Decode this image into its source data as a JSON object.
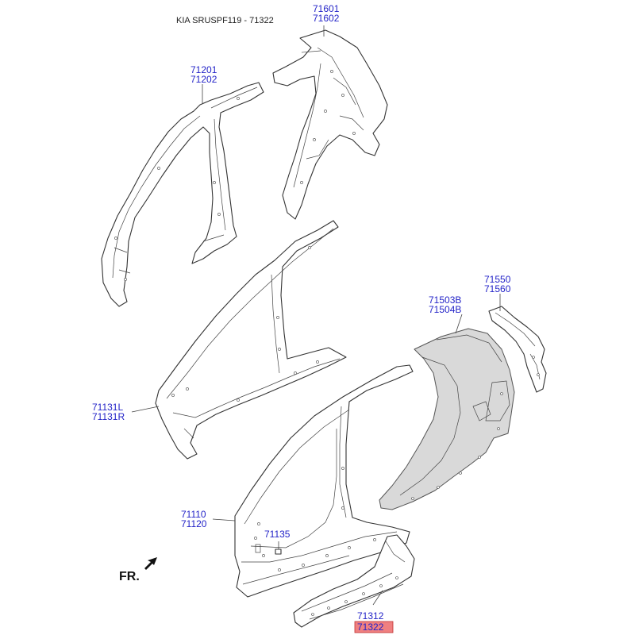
{
  "header": {
    "title": "KIA SRUSPF119 - 71322"
  },
  "labels": {
    "p71601": "71601",
    "p71602": "71602",
    "p71201": "71201",
    "p71202": "71202",
    "p71550": "71550",
    "p71560": "71560",
    "p71503B": "71503B",
    "p71504B": "71504B",
    "p71131L": "71131L",
    "p71131R": "71131R",
    "p71110": "71110",
    "p71120": "71120",
    "p71135": "71135",
    "p71312": "71312",
    "p71322": "71322"
  },
  "direction": {
    "label": "FR."
  },
  "colors": {
    "label_text": "#2323c8",
    "highlight_fill": "#f08080",
    "highlight_border": "#c03030",
    "panel_shade": "#d9d9d9"
  }
}
